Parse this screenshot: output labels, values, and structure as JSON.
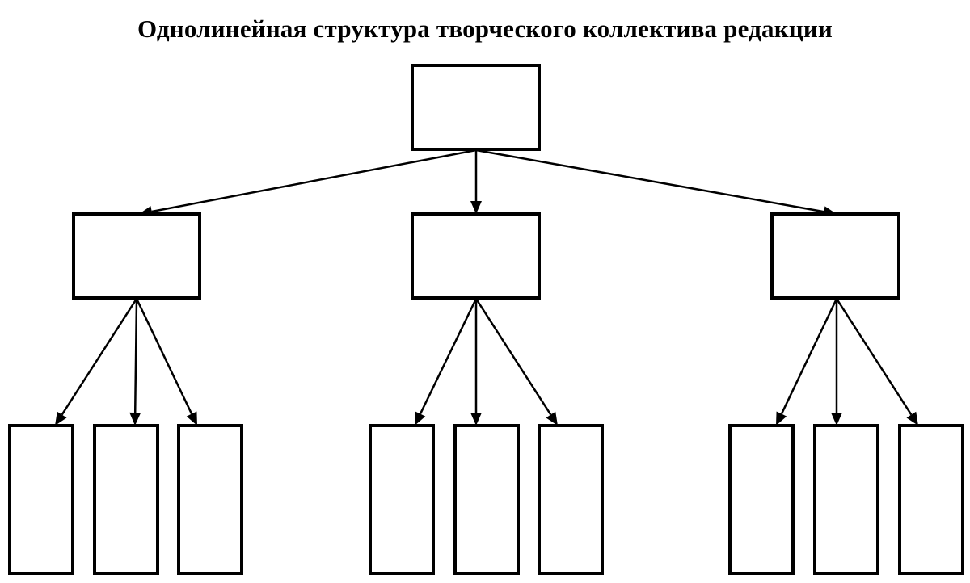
{
  "diagram": {
    "title": "Однолинейная структура творческого коллектива редакции",
    "line_color": "#000000",
    "background_color": "#ffffff",
    "nodes": [
      {
        "id": "root",
        "label": ""
      },
      {
        "id": "mid-left",
        "label": ""
      },
      {
        "id": "mid-center",
        "label": ""
      },
      {
        "id": "mid-right",
        "label": ""
      },
      {
        "id": "leaf-left-1",
        "label": ""
      },
      {
        "id": "leaf-left-2",
        "label": ""
      },
      {
        "id": "leaf-left-3",
        "label": ""
      },
      {
        "id": "leaf-center-1",
        "label": ""
      },
      {
        "id": "leaf-center-2",
        "label": ""
      },
      {
        "id": "leaf-center-3",
        "label": ""
      },
      {
        "id": "leaf-right-1",
        "label": ""
      },
      {
        "id": "leaf-right-2",
        "label": ""
      },
      {
        "id": "leaf-right-3",
        "label": ""
      }
    ],
    "edges": [
      {
        "from": "root",
        "to": "mid-left"
      },
      {
        "from": "root",
        "to": "mid-center"
      },
      {
        "from": "root",
        "to": "mid-right"
      },
      {
        "from": "mid-left",
        "to": "leaf-left-1"
      },
      {
        "from": "mid-left",
        "to": "leaf-left-2"
      },
      {
        "from": "mid-left",
        "to": "leaf-left-3"
      },
      {
        "from": "mid-center",
        "to": "leaf-center-1"
      },
      {
        "from": "mid-center",
        "to": "leaf-center-2"
      },
      {
        "from": "mid-center",
        "to": "leaf-center-3"
      },
      {
        "from": "mid-right",
        "to": "leaf-right-1"
      },
      {
        "from": "mid-right",
        "to": "leaf-right-2"
      },
      {
        "from": "mid-right",
        "to": "leaf-right-3"
      }
    ]
  }
}
